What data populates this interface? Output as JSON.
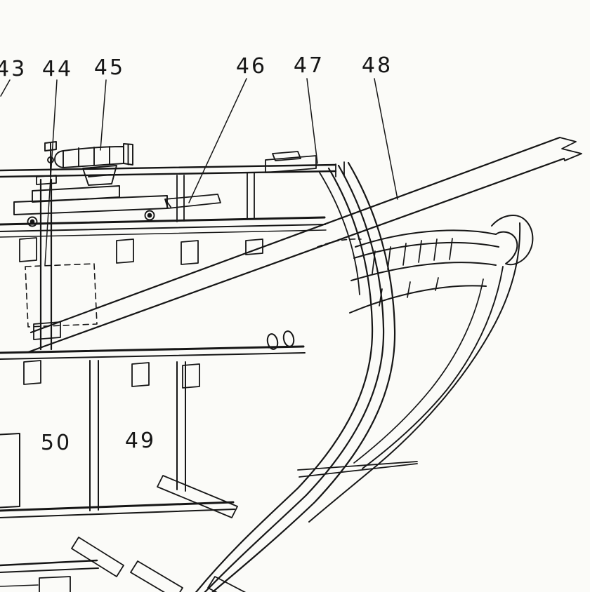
{
  "figure": {
    "kind": "ship-bow-construction-diagram",
    "paper_color": "#fbfbf8",
    "ink_color": "#161616"
  },
  "callouts": {
    "c43": "43",
    "c44": "44",
    "c45": "45",
    "c46": "46",
    "c47": "47",
    "c48": "48",
    "c49": "49",
    "c50": "50"
  }
}
